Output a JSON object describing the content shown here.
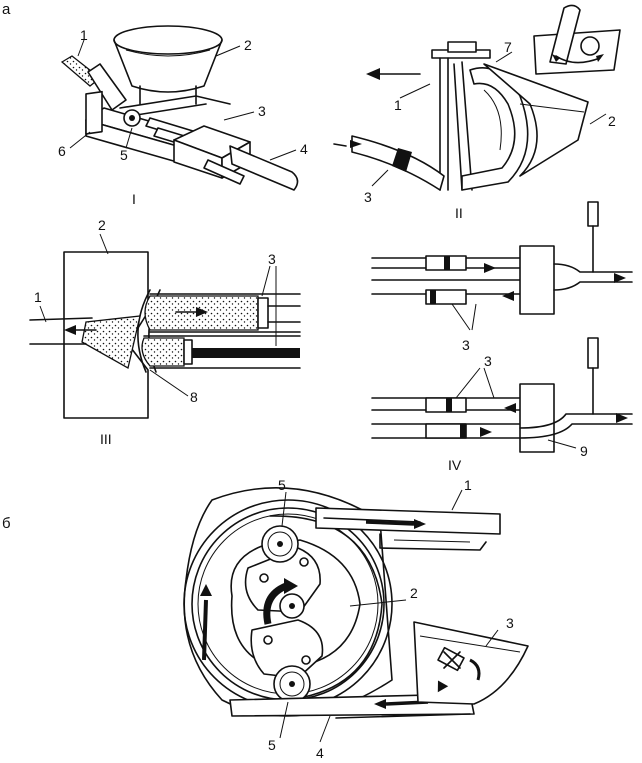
{
  "figure": {
    "panel_a": "а",
    "panel_b": "б",
    "sub_I": "I",
    "sub_II": "II",
    "sub_III": "III",
    "sub_IV": "IV"
  },
  "callouts": {
    "I": [
      "1",
      "2",
      "3",
      "4",
      "5",
      "6"
    ],
    "II": [
      "7",
      "1",
      "2",
      "3"
    ],
    "III": [
      "2",
      "1",
      "3",
      "8"
    ],
    "IV": [
      "3",
      "3",
      "9"
    ],
    "b": [
      "5",
      "1",
      "2",
      "3",
      "5",
      "4"
    ]
  }
}
